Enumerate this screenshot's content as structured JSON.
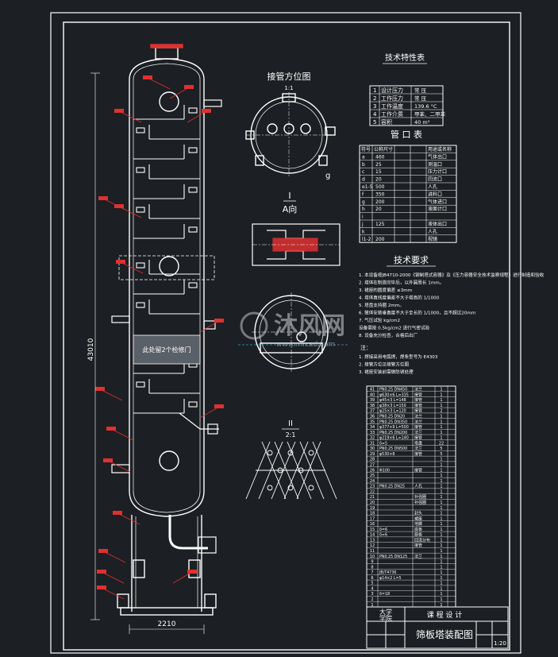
{
  "drawing": {
    "title_nozzle_view": "接管方位图",
    "scale_nozzle_view": "1:1",
    "section_label": "I",
    "view_label": "A向",
    "detail_label": "II",
    "detail_scale": "2:1",
    "diameter_dim": "2210",
    "height_dim": "43010",
    "manhole_note": "此处留2个检修门",
    "watermark_cn": "沐风网",
    "watermark_en": "www.mfcad.com"
  },
  "spec_table": {
    "title": "技术特性表",
    "rows": [
      {
        "no": "1",
        "name": "设计压力",
        "value": "常 压"
      },
      {
        "no": "2",
        "name": "工作压力",
        "value": "常 压"
      },
      {
        "no": "3",
        "name": "工作温度",
        "value": "139.6 °C"
      },
      {
        "no": "4",
        "name": "工作介质",
        "value": "甲苯、二甲苯"
      },
      {
        "no": "5",
        "name": "容积",
        "value": "40 m³"
      }
    ]
  },
  "nozzle_table": {
    "title": "管 口 表",
    "headers": [
      "符号",
      "公称尺寸",
      "",
      "用途或名称"
    ],
    "rows": [
      {
        "sym": "a",
        "size": "460",
        "use": "气体出口"
      },
      {
        "sym": "b",
        "size": "25",
        "use": "测温口"
      },
      {
        "sym": "c",
        "size": "15",
        "use": "压力计口"
      },
      {
        "sym": "d",
        "size": "20",
        "use": "回流口"
      },
      {
        "sym": "e1-5",
        "size": "500",
        "use": "人孔"
      },
      {
        "sym": "f",
        "size": "350",
        "use": "进料口"
      },
      {
        "sym": "g",
        "size": "200",
        "use": "气体进口"
      },
      {
        "sym": "h",
        "size": "20",
        "use": "液面计口"
      },
      {
        "sym": "i",
        "size": "",
        "use": ""
      },
      {
        "sym": "j",
        "size": "125",
        "use": "液体出口"
      },
      {
        "sym": "k",
        "size": "",
        "use": "人孔"
      },
      {
        "sym": "l1-2",
        "size": "200",
        "use": "视镜"
      }
    ]
  },
  "tech_req": {
    "title": "技术要求",
    "items": [
      "1. 本设备按JB4710-2000《钢制塔式容器》及《压力容器安全技术监察规程》进行制造和验收",
      "2. 塔体在制造完毕后，以外圆周长 1mm。",
      "3. 裙座的圆度偏差 ≤3mm",
      "4. 塔体直线度偏差不大于塔高的 1/1000",
      "5. 塔盘支持圈 2mm。",
      "6. 筒体安装垂直度不大于全长的 1/1000，且不超过20mm",
      "7. 气压试验 kg/cm2",
      "   设备需按 0.5kg/cm2 进行气密试验",
      "8. 设备充分检查，合格后出厂"
    ],
    "notes_title": "注：",
    "notes": [
      "1. 焊接采用电弧焊，焊条型号为 E4303",
      "2. 接管方位见接管方位图",
      "3. 裙座安装前需做防锈处理"
    ]
  },
  "parts_table": {
    "rows": [
      {
        "no": "41",
        "std": "PN0.25 DN450",
        "name": "法兰",
        "qty": "1"
      },
      {
        "no": "40",
        "std": "φ630×6 L=335",
        "name": "接管",
        "qty": "1"
      },
      {
        "no": "39",
        "std": "φ45×3 L=148",
        "name": "接管",
        "qty": "1"
      },
      {
        "no": "38",
        "std": "φ38×3 L=150",
        "name": "接管",
        "qty": "1"
      },
      {
        "no": "37",
        "std": "φ25×3 L=120",
        "name": "接管",
        "qty": "2"
      },
      {
        "no": "36",
        "std": "PN0.25 DN20",
        "name": "法兰",
        "qty": "1"
      },
      {
        "no": "35",
        "std": "PN0.25 DN350",
        "name": "法兰",
        "qty": "1"
      },
      {
        "no": "34",
        "std": "φ377×9 L=500",
        "name": "接管",
        "qty": "1"
      },
      {
        "no": "33",
        "std": "PN0.25 DN200",
        "name": "法兰",
        "qty": "1"
      },
      {
        "no": "32",
        "std": "φ219×6 L=140",
        "name": "接管",
        "qty": "1"
      },
      {
        "no": "31",
        "std": "δ=5",
        "name": "塔盘",
        "qty": "22"
      },
      {
        "no": "30",
        "std": "PN0.25 DN500",
        "name": "法兰",
        "qty": "5"
      },
      {
        "no": "29",
        "std": "φ530×8",
        "name": "接管",
        "qty": "5"
      },
      {
        "no": "28",
        "std": "",
        "name": "",
        "qty": "1"
      },
      {
        "no": "27",
        "std": "",
        "name": "",
        "qty": "1"
      },
      {
        "no": "26",
        "std": "Φ100",
        "name": "接管",
        "qty": "1"
      },
      {
        "no": "25",
        "std": "",
        "name": "",
        "qty": "1"
      },
      {
        "no": "24",
        "std": "",
        "name": "",
        "qty": "1"
      },
      {
        "no": "23",
        "std": "PN0.25 DN25",
        "name": "人孔",
        "qty": "1"
      },
      {
        "no": "22",
        "std": "",
        "name": "",
        "qty": "1"
      },
      {
        "no": "21",
        "std": "",
        "name": "补强圈",
        "qty": "1"
      },
      {
        "no": "20",
        "std": "",
        "name": "补强圈",
        "qty": "1"
      },
      {
        "no": "19",
        "std": "",
        "name": "",
        "qty": "1"
      },
      {
        "no": "18",
        "std": "",
        "name": "封头",
        "qty": "1"
      },
      {
        "no": "17",
        "std": "",
        "name": "裙座",
        "qty": "1"
      },
      {
        "no": "16",
        "std": "",
        "name": "地脚",
        "qty": "1"
      },
      {
        "no": "15",
        "std": "δ=6",
        "name": "底板",
        "qty": "1"
      },
      {
        "no": "14",
        "std": "δ=6",
        "name": "筋板",
        "qty": "1"
      },
      {
        "no": "13",
        "std": "",
        "name": "回流分布",
        "qty": "1"
      },
      {
        "no": "12",
        "std": "",
        "name": "接管",
        "qty": "1"
      },
      {
        "no": "11",
        "std": "",
        "name": "",
        "qty": "1"
      },
      {
        "no": "10",
        "std": "PN0.25 DN125",
        "name": "法兰",
        "qty": "1"
      },
      {
        "no": "9",
        "std": "",
        "name": "",
        "qty": "1"
      },
      {
        "no": "8",
        "std": "",
        "name": "",
        "qty": "1"
      },
      {
        "no": "7",
        "std": "JB/T4736",
        "name": "",
        "qty": "1"
      },
      {
        "no": "6",
        "std": "φ14×2 L=5",
        "name": "",
        "qty": "1"
      },
      {
        "no": "5",
        "std": "",
        "name": "",
        "qty": "1"
      },
      {
        "no": "4",
        "std": "",
        "name": "",
        "qty": "1"
      },
      {
        "no": "3",
        "std": "δ=18",
        "name": "",
        "qty": "1"
      },
      {
        "no": "2",
        "std": "",
        "name": "",
        "qty": "1"
      },
      {
        "no": "1",
        "std": "",
        "name": "",
        "qty": "1"
      }
    ]
  },
  "title_block": {
    "school": "大学",
    "college": "学院",
    "course": "课 程 设 计",
    "drawing_name": "筛板塔装配图",
    "scale": "1:20"
  }
}
